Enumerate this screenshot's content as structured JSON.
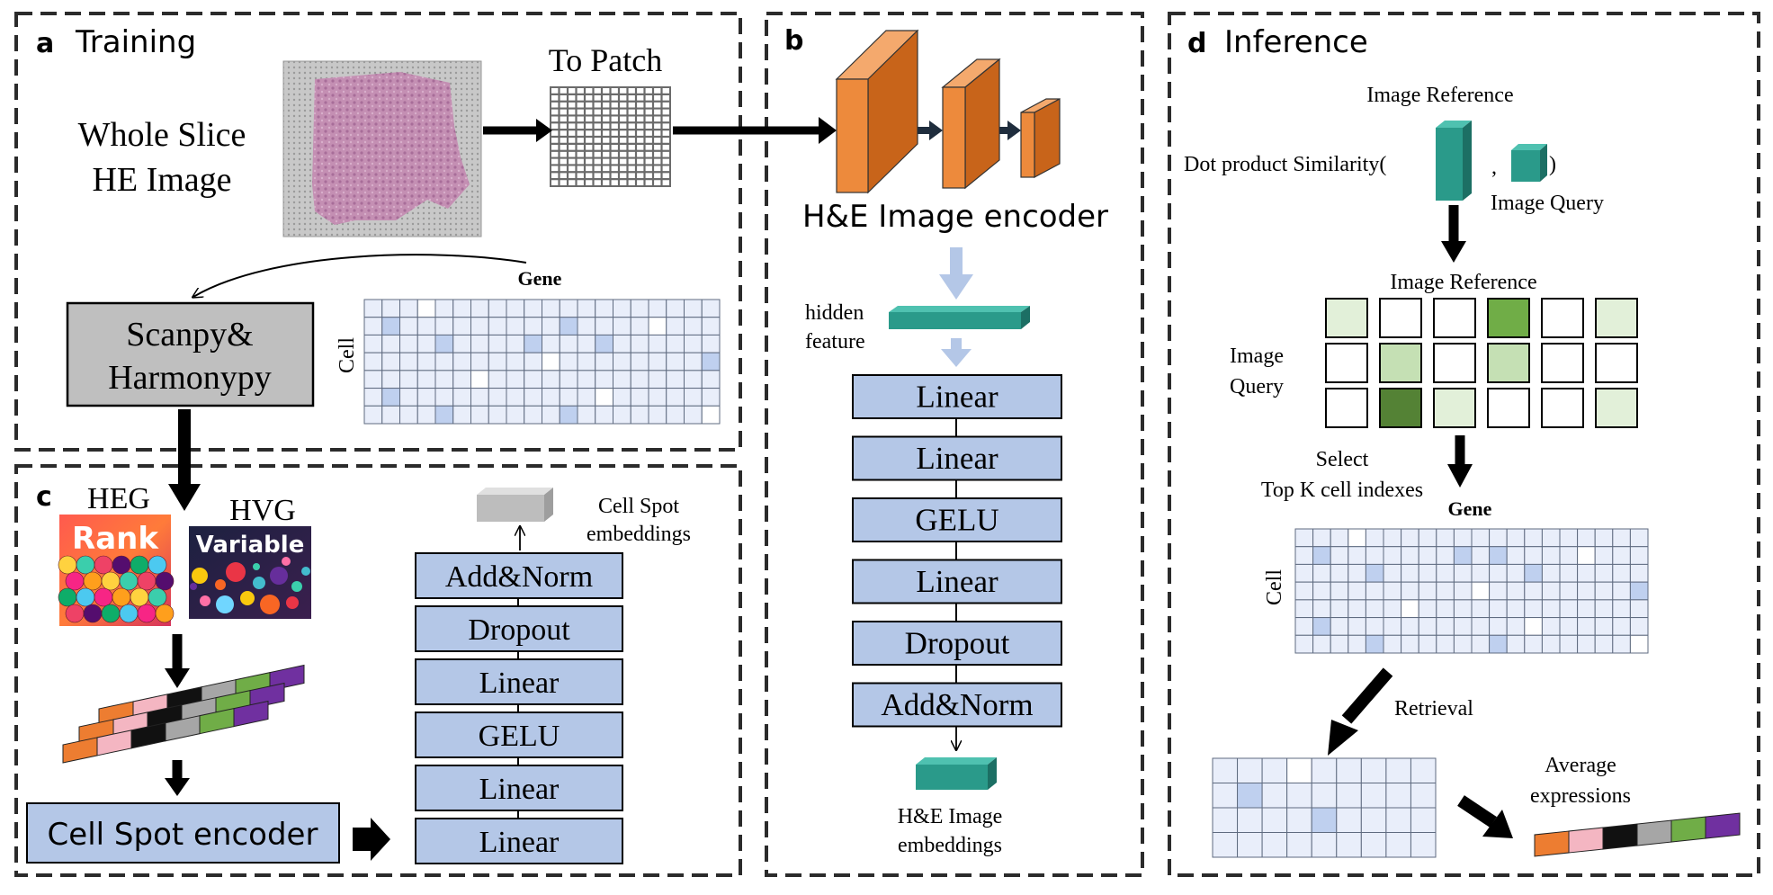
{
  "panels": {
    "a": {
      "letter": "a",
      "title": "Training"
    },
    "b": {
      "letter": "b"
    },
    "c": {
      "letter": "c"
    },
    "d": {
      "letter": "d",
      "title": "Inference"
    }
  },
  "training": {
    "wsi_label_line1": "Whole Slice",
    "wsi_label_line2": "HE Image",
    "to_patch": "To Patch",
    "scanpy_line1": "Scanpy&",
    "scanpy_line2": "Harmonypy",
    "gene_label": "Gene",
    "cell_label": "Cell"
  },
  "encoder": {
    "title": "H&E Image encoder",
    "hidden_line1": "hidden",
    "hidden_line2": "feature",
    "layers": [
      "Linear",
      "Linear",
      "GELU",
      "Linear",
      "Dropout",
      "Add&Norm"
    ],
    "embed_line1": "H&E Image",
    "embed_line2": "embeddings"
  },
  "cellspot": {
    "heg": "HEG",
    "hvg": "HVG",
    "rank_text": "Rank",
    "variable_text": "Variable",
    "encoder_label": "Cell Spot encoder",
    "emb_line1": "Cell Spot",
    "emb_line2": "embeddings",
    "layers": [
      "Add&Norm",
      "Dropout",
      "Linear",
      "GELU",
      "Linear",
      "Linear"
    ]
  },
  "inference": {
    "image_reference_top": "Image Reference",
    "dot_product": "Dot product Similarity(",
    "comma": ",",
    "close_paren": ")",
    "image_query": "Image Query",
    "image_reference_grid": "Image Reference",
    "query_line1": "Image",
    "query_line2": "Query",
    "select_line1": "Select",
    "select_line2": "Top K cell indexes",
    "gene_label": "Gene",
    "cell_label": "Cell",
    "retrieval": "Retrieval",
    "avg_line1": "Average",
    "avg_line2": "expressions"
  },
  "colors": {
    "orange": "#ed8a3c",
    "teal": "#2a9a8a",
    "layer_fill": "#b4c7e7",
    "grid_fill": "#e9eefa",
    "grid_dark": "#bfd0ef",
    "grid_green_dark": "#548235",
    "grid_green": "#70ad47",
    "grid_green_light": "#c5e0b4",
    "grid_green_pale": "#e2f0d9"
  },
  "gene_bar_colors": [
    "#ed7d31",
    "#f4b6c2",
    "#111111",
    "#a6a6a6",
    "#70ad47",
    "#7030a0"
  ],
  "similarity_grid": [
    [
      "pale",
      "white",
      "white",
      "green",
      "white",
      "pale"
    ],
    [
      "white",
      "light",
      "white",
      "light",
      "white",
      "white"
    ],
    [
      "white",
      "dark",
      "pale",
      "white",
      "white",
      "pale"
    ]
  ]
}
